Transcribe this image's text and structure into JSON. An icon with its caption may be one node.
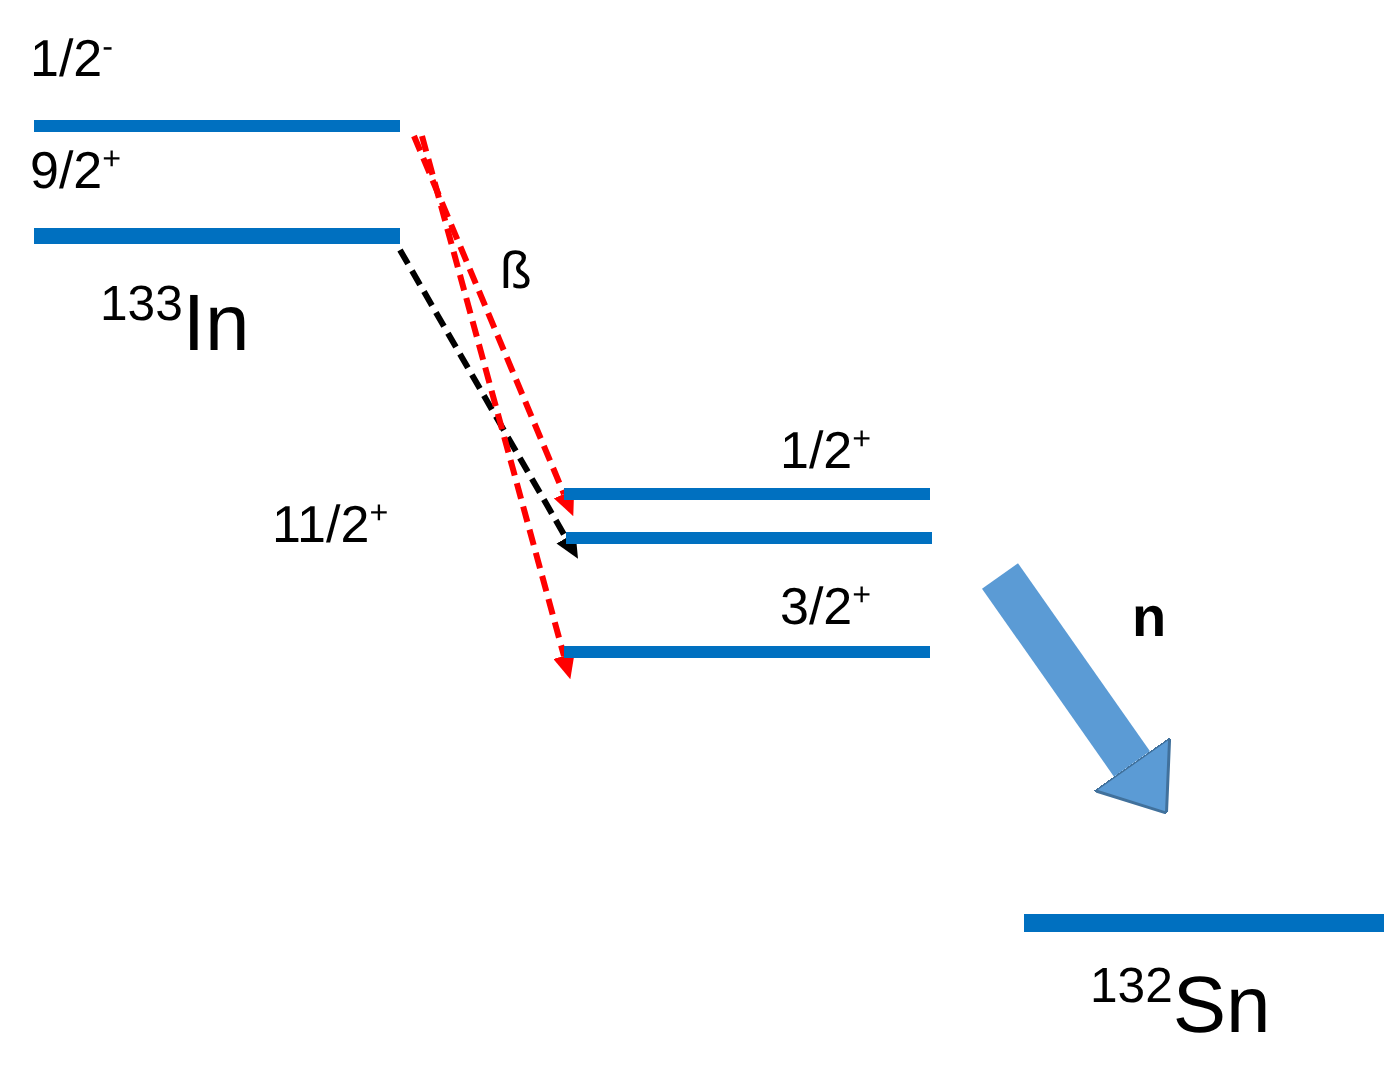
{
  "diagram": {
    "nodes": [
      {
        "text": [
          "1/2$^{-}$"
        ]
      },
      {
        "text": [
          "9/2$^{+}$"
        ]
      },
      {
        "text": [
          "1/2$^{+}$"
        ]
      },
      {
        "text": [],
        "shape": "bar",
        "beside": [
          "11/2$^{+}$"
        ]
      },
      {
        "text": [
          "3/2$^{+}$"
        ]
      },
      {
        "text": [
          "$^{132}$Sn"
        ]
      }
    ],
    "edges": [
      {
        "from": 0,
        "to": 2,
        "arrow": "to",
        "style": "dashed",
        "color": "#ff0000"
      },
      {
        "from": 1,
        "to": 3,
        "arrow": "to",
        "style": "dashed",
        "color": "#000000"
      },
      {
        "from": 0,
        "to": 4,
        "arrow": "to",
        "style": "dashed",
        "color": "#ff0000"
      },
      {
        "from": null,
        "to": 5,
        "arrow": "to",
        "style": "thick",
        "color": "#5b9bd5"
      }
    ],
    "labels": [
      "$^{133}$In",
      "ß",
      "n"
    ]
  }
}
